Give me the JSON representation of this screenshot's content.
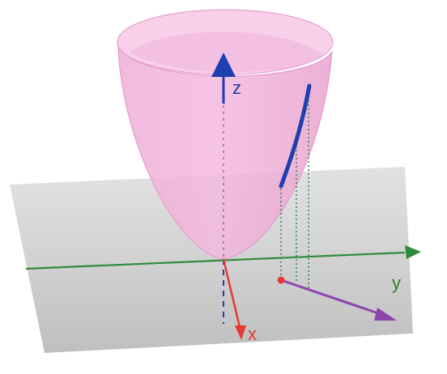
{
  "axes": {
    "x": {
      "label": "x",
      "color": "#e53935"
    },
    "y": {
      "label": "y",
      "color": "#2e7d32"
    },
    "z": {
      "label": "z",
      "color": "#1e3fb0"
    }
  },
  "surface": {
    "name": "paraboloid",
    "color": "#f3a6d9"
  },
  "curve_on_surface": {
    "color": "#1e3fb0"
  },
  "domain_vector": {
    "color": "#8e44ad"
  },
  "plane": {
    "color": "#bdbdbd"
  }
}
